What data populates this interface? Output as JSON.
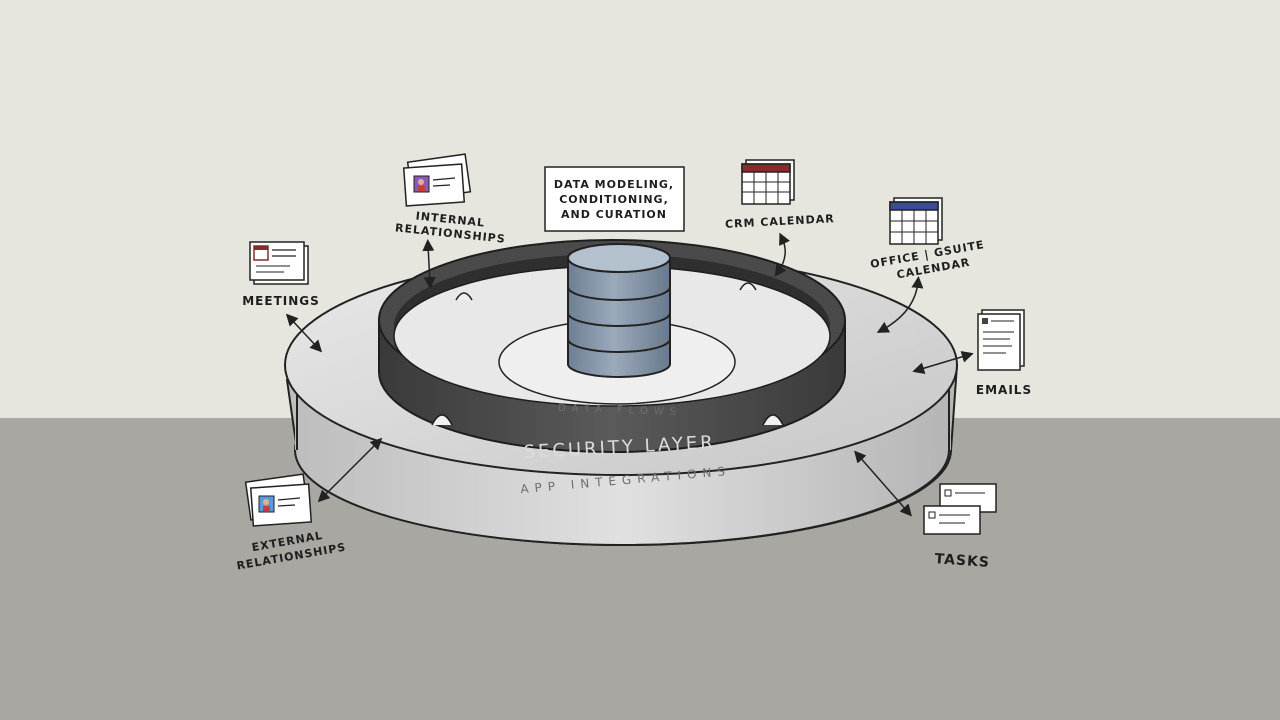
{
  "diagram": {
    "center_box": {
      "lines": [
        "DATA MODELING,",
        "CONDITIONING,",
        "AND CURATION"
      ]
    },
    "ring_labels": {
      "data_flows": "DATA FLOWS",
      "security_layer": "SECURITY LAYER",
      "app_integrations": "APP INTEGRATIONS"
    },
    "nodes": {
      "internal_relationships": [
        "INTERNAL",
        "RELATIONSHIPS"
      ],
      "meetings": "MEETINGS",
      "crm_calendar": "CRM CALENDAR",
      "office_calendar": [
        "OFFICE | GSUITE",
        "CALENDAR"
      ],
      "emails": "EMAILS",
      "tasks": "TASKS",
      "external_relationships": [
        "EXTERNAL",
        "RELATIONSHIPS"
      ]
    },
    "colors": {
      "background_top": "#e6e6df",
      "background_floor": "#a9a7a2",
      "platform": "#dcdcdc",
      "ring": "#4a4a4a",
      "database": "#8a9cb0",
      "crm_calendar_accent": "#8b2a2a",
      "office_calendar_accent": "#3b4a9a"
    }
  }
}
